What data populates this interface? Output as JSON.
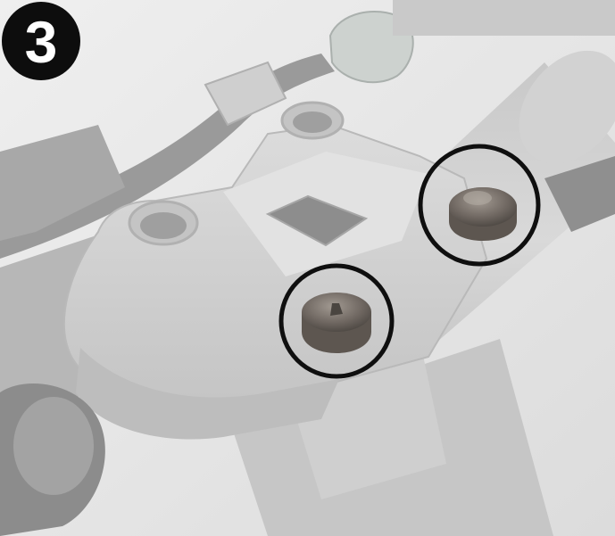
{
  "step": {
    "number": "3"
  },
  "image": {
    "subject": "motorcycle-handlebar-clamp",
    "highlight_count": 2,
    "colors": {
      "background": "#e9e9e9",
      "metal_light": "#d4d4d4",
      "metal_mid": "#c2c2c2",
      "metal_dark": "#a9a9a9",
      "bolt": "#6d6660",
      "highlight_ring": "#0f0f0f",
      "badge": "#0d0d0d",
      "badge_text": "#ffffff"
    }
  }
}
